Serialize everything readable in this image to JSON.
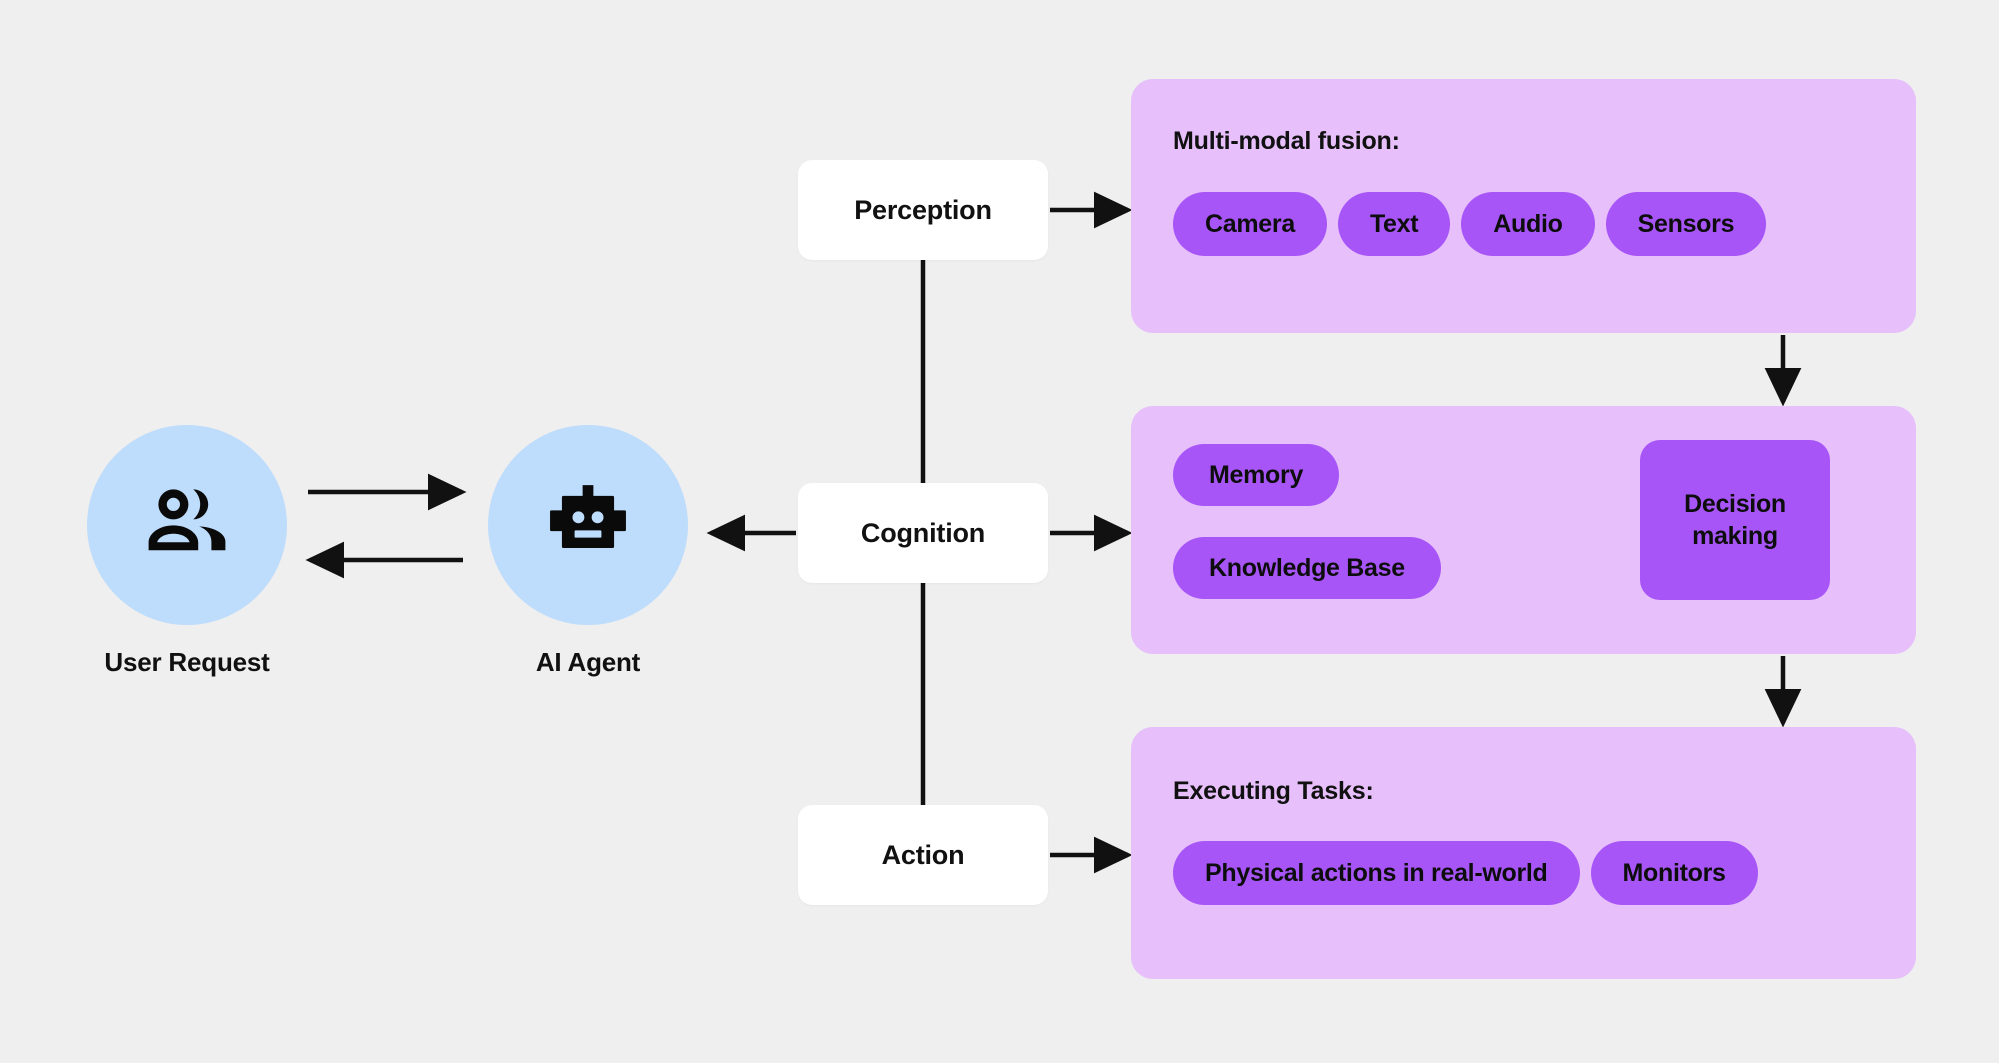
{
  "canvas": {
    "background": "#efefef",
    "panel_bg": "#e6bffb",
    "pill_bg": "#a855f7",
    "disc_bg": "#bedcfb",
    "box_bg": "#ffffff",
    "line_color": "#111111"
  },
  "actors": {
    "user": {
      "label": "User Request",
      "icon": "users-icon"
    },
    "agent": {
      "label": "AI Agent",
      "icon": "robot-icon"
    }
  },
  "stages": {
    "perception": "Perception",
    "cognition": "Cognition",
    "action": "Action"
  },
  "panels": {
    "perception": {
      "title": "Multi-modal fusion:",
      "pills": [
        "Camera",
        "Text",
        "Audio",
        "Sensors"
      ]
    },
    "cognition": {
      "memory": "Memory",
      "knowledge_base": "Knowledge Base",
      "decision_line1": "Decision",
      "decision_line2": "making"
    },
    "action": {
      "title": "Executing Tasks:",
      "pills": [
        "Physical actions in real-world",
        "Monitors"
      ]
    }
  }
}
